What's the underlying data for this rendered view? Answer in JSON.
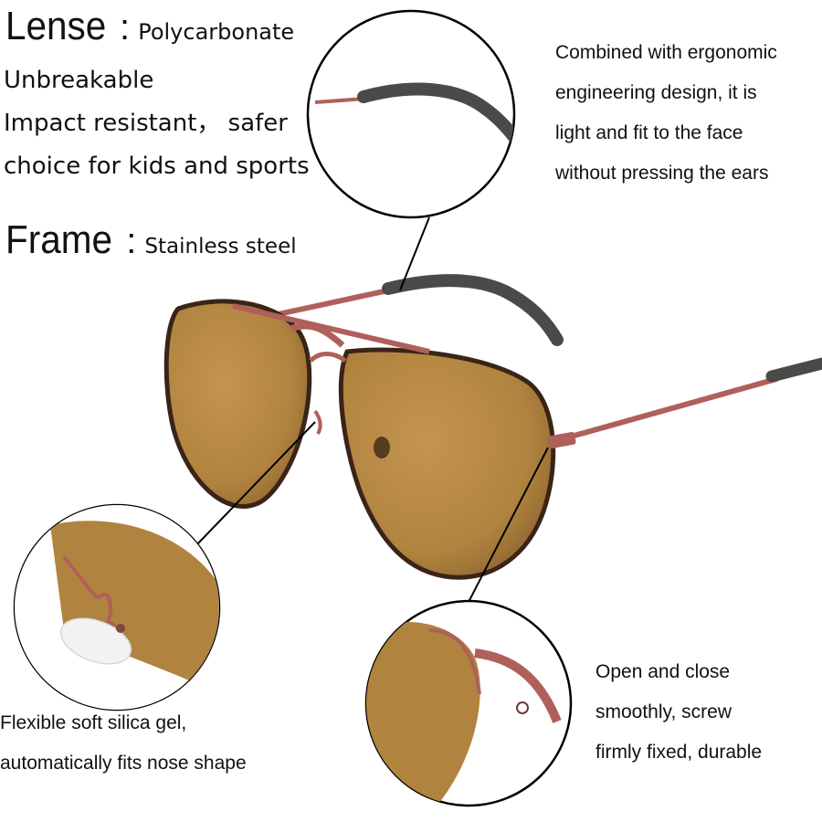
{
  "lense": {
    "heading": "Lense",
    "colon": ":",
    "material": "Polycarbonate",
    "lines": [
      "Unbreakable",
      "Impact resistant，  safer",
      "choice for kids and sports"
    ]
  },
  "frame": {
    "heading": "Frame",
    "colon": ":",
    "material": "Stainless steel"
  },
  "captions": {
    "temple": [
      "Combined with ergonomic",
      "engineering design, it is",
      "light and fit to the face",
      "without pressing the ears"
    ],
    "nose": [
      "Flexible soft silica gel,",
      "automatically fits nose shape"
    ],
    "hinge": [
      "Open and close",
      "smoothly, screw",
      "firmly fixed, durable"
    ]
  },
  "colors": {
    "lens": "#b0833f",
    "lens_dark": "#7a5524",
    "frame": "#b0605a",
    "frame_dark": "#6e3a38",
    "temple_tip": "#4a4a48"
  }
}
